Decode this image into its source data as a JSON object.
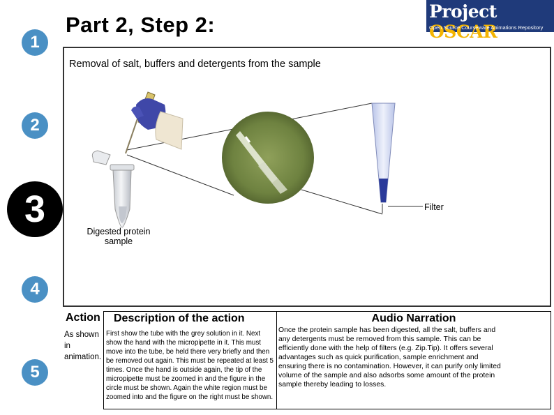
{
  "header": {
    "title": "Part 2, Step 2:",
    "logo": {
      "word1": "Project",
      "word2": "OSCAR",
      "tagline": "Open Source Courseware Animations Repository"
    }
  },
  "steps": [
    "1",
    "2",
    "3",
    "4",
    "5"
  ],
  "stage": {
    "subtitle": "Removal of salt, buffers and detergents from the sample",
    "labels": {
      "filter": "Filter",
      "digested_line1": "Digested protein",
      "digested_line2": "sample"
    }
  },
  "table": {
    "headers": {
      "action": "Action",
      "description": "Description of the action",
      "audio": "Audio Narration"
    },
    "action_text": [
      "As shown",
      "in",
      "animation."
    ],
    "description_lines": [
      "First show the tube with the grey solution in it. Next",
      "show the hand with the micropipette in it. This must",
      "move into the tube, be held there very briefly and then",
      "be removed out again. This must be repeated at least 5",
      "times. Once the hand is outside again, the tip of the",
      "micropipette must be zoomed in and the figure in the",
      "circle must be shown. Again the white region must be",
      "zoomed into and the figure on the right must be shown."
    ],
    "audio_lines": [
      "Once the protein sample has been digested, all the salt, buffers and",
      "any detergents must be removed from this sample. This can be",
      "efficiently done with the help of filters (e.g. Zip.Tip). It offers several",
      "advantages such as quick purification, sample enrichment and",
      "ensuring there is no contamination. However, it can purify only limited",
      "volume of the sample and also adsorbs some amount of the protein",
      "sample thereby leading to losses."
    ]
  },
  "colors": {
    "badge_small": "#4a90c4",
    "badge_big": "#000000",
    "logo_bg": "#1f3a7a",
    "logo_accent": "#f4b400",
    "glove": "#3f47a8",
    "filter_band": "#2a3a9a"
  }
}
